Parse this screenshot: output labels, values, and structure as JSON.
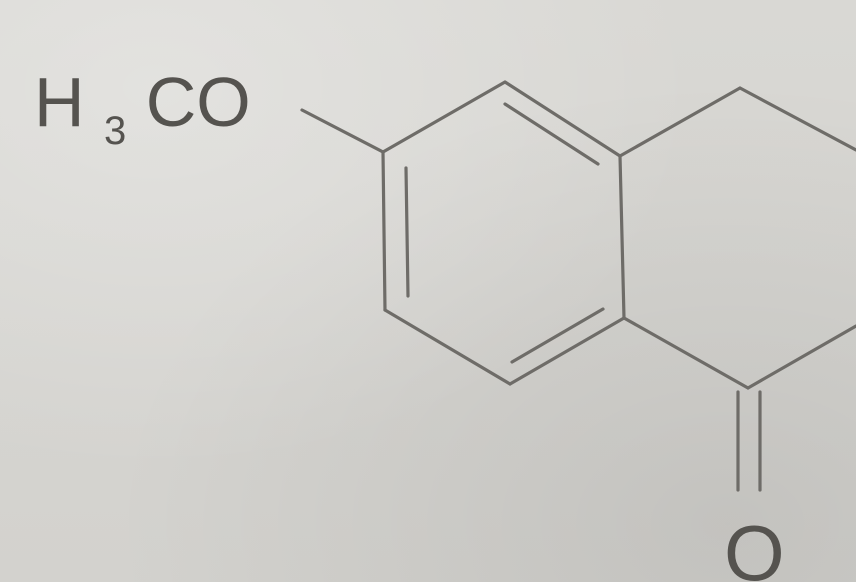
{
  "molecule": {
    "substituent": {
      "main": "H",
      "subscript": "3",
      "rest": "CO"
    },
    "carbonyl_oxygen": "O"
  },
  "colors": {
    "background": "#d7d6d2",
    "ink": "#55534f",
    "bond": "#6e6c68"
  }
}
